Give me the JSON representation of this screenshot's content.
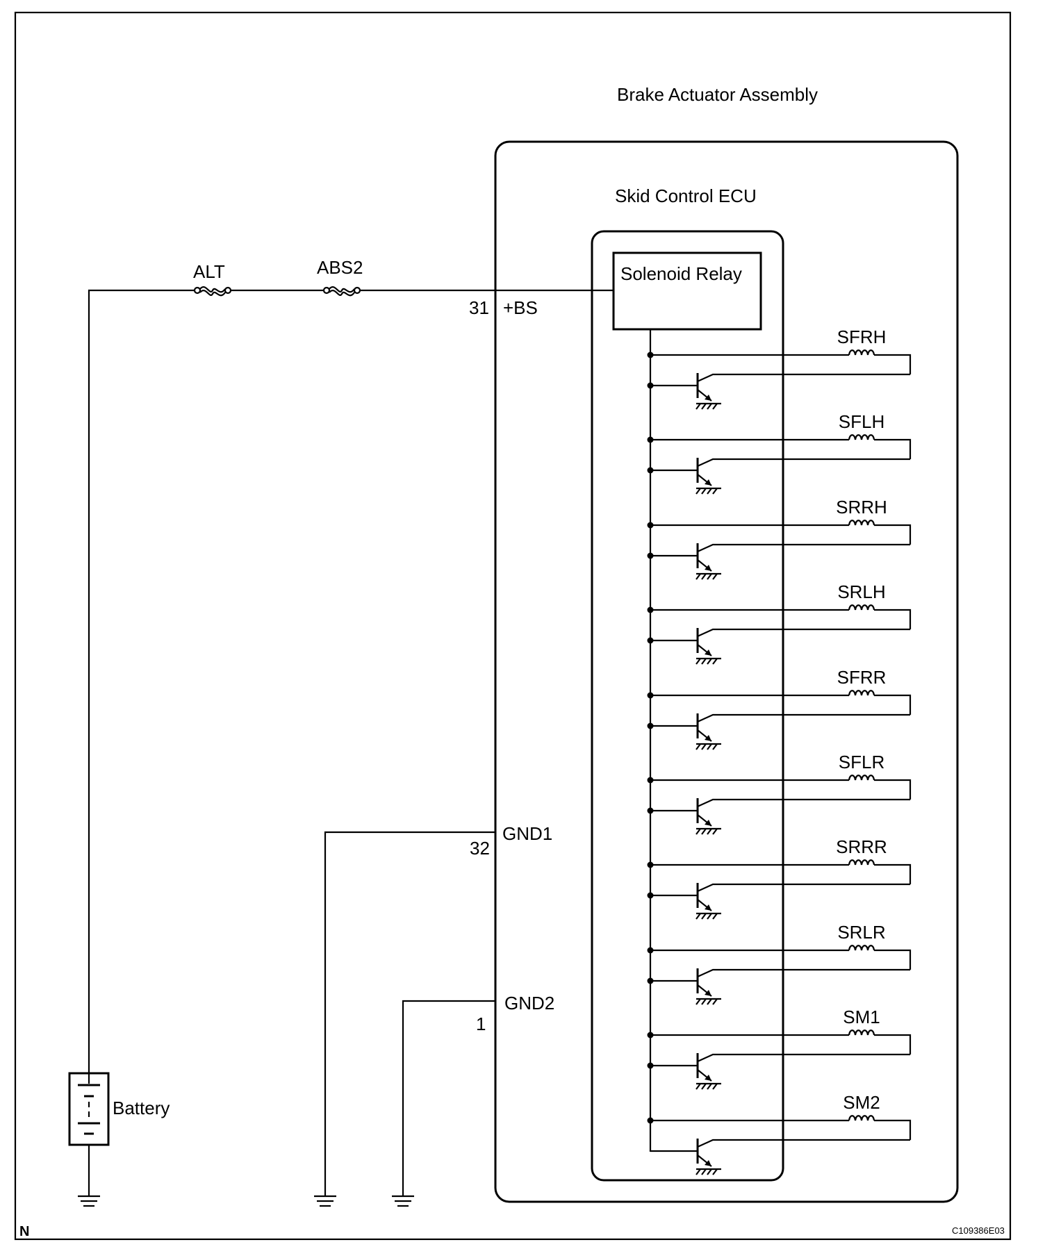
{
  "title": "Brake Actuator Assembly",
  "ecu_label": "Skid Control ECU",
  "relay_label": "Solenoid Relay",
  "fuses": [
    {
      "label": "ALT"
    },
    {
      "label": "ABS2"
    }
  ],
  "battery_label": "Battery",
  "terminals": {
    "bs": {
      "pin": "31",
      "name": "+BS"
    },
    "gnd1": {
      "pin": "32",
      "name": "GND1"
    },
    "gnd2": {
      "pin": "1",
      "name": "GND2"
    }
  },
  "solenoids": [
    "SFRH",
    "SFLH",
    "SRRH",
    "SRLH",
    "SFRR",
    "SFLR",
    "SRRR",
    "SRLR",
    "SM1",
    "SM2"
  ],
  "corner_letter": "N",
  "figure_code": "C109386E03"
}
